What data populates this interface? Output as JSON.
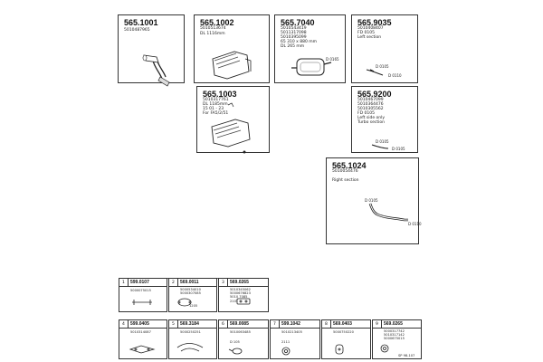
{
  "cards": [
    {
      "id": "c1",
      "part": "565.1001",
      "lines": [
        "5010487965"
      ],
      "labels": []
    },
    {
      "id": "c2",
      "part": "565.1002",
      "lines": [
        "5010513674",
        "DL 1116mm"
      ],
      "labels": []
    },
    {
      "id": "c3",
      "part": "565.7040",
      "lines": [
        "5010543419",
        "5011317098",
        "5010395099",
        "65 310 x 880 mm",
        "DL 265 mm"
      ],
      "labels": [
        "D 0165"
      ]
    },
    {
      "id": "c4",
      "part": "565.9035",
      "lines": [
        "5010408407",
        "FD 0105",
        "Left section"
      ],
      "labels": [
        "D 0105",
        "D 0110"
      ]
    },
    {
      "id": "c5",
      "part": "565.1003",
      "lines": [
        "5010317761",
        "DL 1185mm",
        "15 01 - 23",
        "For FA5/2/51"
      ],
      "labels": []
    },
    {
      "id": "c6",
      "part": "565.9200",
      "lines": [
        "5010467099",
        "5010364476",
        "5010305562",
        "FD 0105",
        "Left side only",
        "Turbo section"
      ],
      "labels": [
        "D 0105",
        "D 0105"
      ]
    },
    {
      "id": "c7",
      "part": "565.1024",
      "lines": [
        "5010054476",
        "",
        "Right section"
      ],
      "labels": [
        "D 0105",
        "D 0110"
      ]
    }
  ],
  "fittings_row1": [
    {
      "idx": "1",
      "part": "599.0107",
      "lines": [
        "5000075015"
      ]
    },
    {
      "idx": "2",
      "part": "569.0011",
      "lines": [
        "5000534010",
        "5000307085",
        "1205"
      ]
    },
    {
      "idx": "3",
      "part": "569.0265",
      "lines": [
        "5010345062",
        "5000676823",
        "5010 7085",
        "2105"
      ]
    }
  ],
  "fittings_row2": [
    {
      "idx": "4",
      "part": "599.0405",
      "lines": [
        "5010314087"
      ]
    },
    {
      "idx": "5",
      "part": "569.3184",
      "lines": [
        "5000250251"
      ]
    },
    {
      "idx": "6",
      "part": "569.0085",
      "lines": [
        "5010063485",
        "D 105"
      ]
    },
    {
      "idx": "7",
      "part": "599.1042",
      "lines": [
        "5010213405",
        "2111"
      ]
    },
    {
      "idx": "8",
      "part": "569.0403",
      "lines": [
        "5000750220"
      ]
    },
    {
      "idx": "9",
      "part": "569.0265",
      "lines": [
        "5000317742",
        "5010317142",
        "5000675015"
      ]
    }
  ],
  "footer_code": "SP 98-107"
}
